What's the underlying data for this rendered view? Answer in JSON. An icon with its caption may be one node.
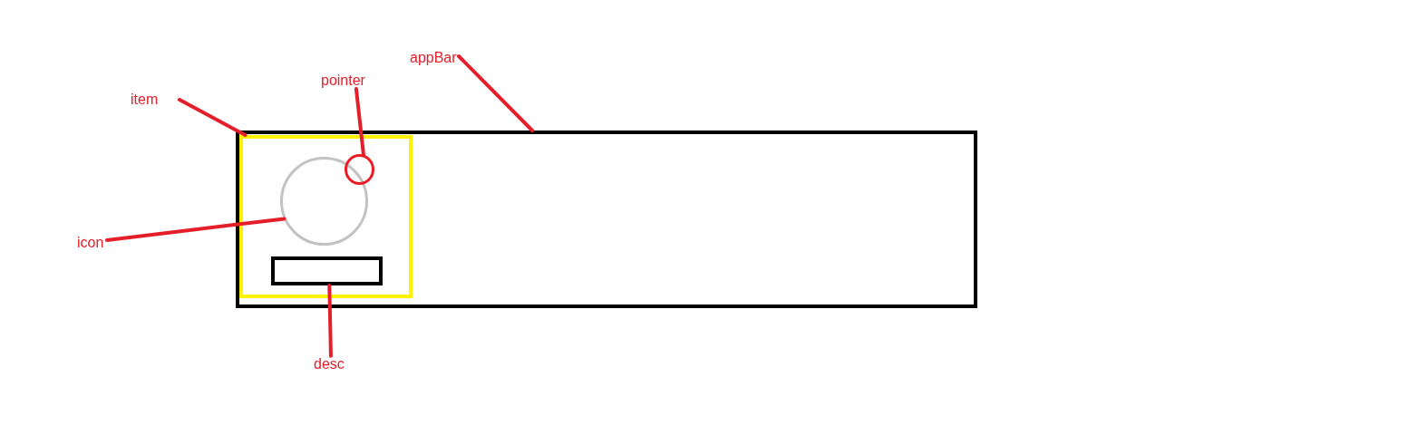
{
  "diagram": {
    "nodes": [
      {
        "text": [
          "appBar"
        ]
      },
      {
        "text": [
          "pointer"
        ]
      },
      {
        "text": [
          "item"
        ]
      },
      {
        "text": [
          "icon"
        ]
      },
      {
        "text": [
          "desc"
        ]
      },
      {
        "text": [],
        "shape": "box"
      },
      {
        "text": [],
        "shape": "box",
        "in": 5
      },
      {
        "text": [],
        "shape": "circle",
        "in": 6
      },
      {
        "text": [],
        "shape": "circle",
        "in": 6
      },
      {
        "text": [],
        "shape": "box",
        "in": 6
      }
    ],
    "edges": [
      {
        "from": 0,
        "to": 5,
        "arrow": "none"
      },
      {
        "from": 1,
        "to": 8,
        "arrow": "none"
      },
      {
        "from": 2,
        "to": 6,
        "arrow": "none"
      },
      {
        "from": 3,
        "to": 7,
        "arrow": "none"
      },
      {
        "from": 4,
        "to": 9,
        "arrow": "none"
      }
    ]
  }
}
